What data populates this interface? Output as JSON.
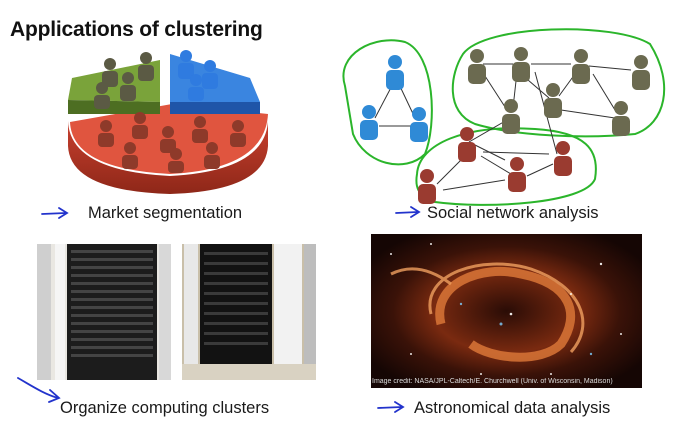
{
  "slide": {
    "title": "Applications of clustering"
  },
  "panels": [
    {
      "id": "market",
      "caption": "Market segmentation",
      "icon": "pie-chart-people-image",
      "colors": [
        "#5e8a2e",
        "#2e6fd0",
        "#d9473a"
      ]
    },
    {
      "id": "social",
      "caption": "Social network analysis",
      "icon": "network-graph-image",
      "colors": [
        "#2f8ad6",
        "#6b6a50",
        "#9a3b30",
        "#2bb52b"
      ]
    },
    {
      "id": "computing",
      "caption": "Organize computing clusters",
      "icon": "server-rack-image"
    },
    {
      "id": "astro",
      "caption": "Astronomical data analysis",
      "icon": "nebula-image",
      "credit": "Image credit: NASA/JPL-Caltech/E. Churchwell (Univ. of Wisconsin, Madison)"
    }
  ],
  "annotation": {
    "color": "#2233cc",
    "icon": "handwritten-arrow-icon"
  }
}
